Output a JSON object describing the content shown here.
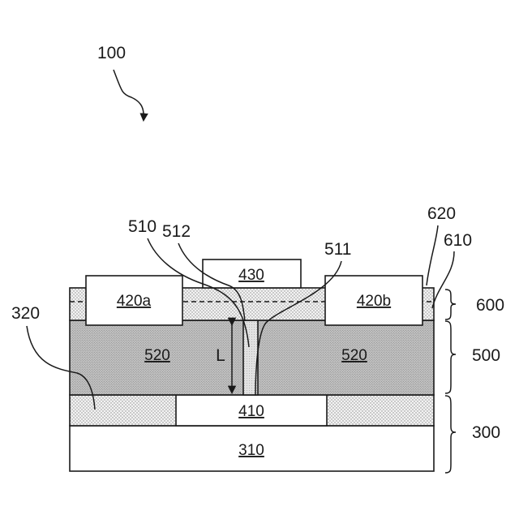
{
  "figure": {
    "ref_device": "100",
    "regions": {
      "layer_310": "310",
      "layer_320": "320",
      "contact_410": "410",
      "contact_420a": "420a",
      "contact_420b": "420b",
      "contact_430": "430",
      "layer_520_left": "520",
      "layer_520_right": "520"
    },
    "callouts": {
      "ref_320": "320",
      "ref_510": "510",
      "ref_512": "512",
      "ref_511": "511",
      "ref_620": "620",
      "ref_610": "610",
      "length_L": "L"
    },
    "brackets": {
      "ref_600": "600",
      "ref_500": "500",
      "ref_300": "300"
    }
  }
}
